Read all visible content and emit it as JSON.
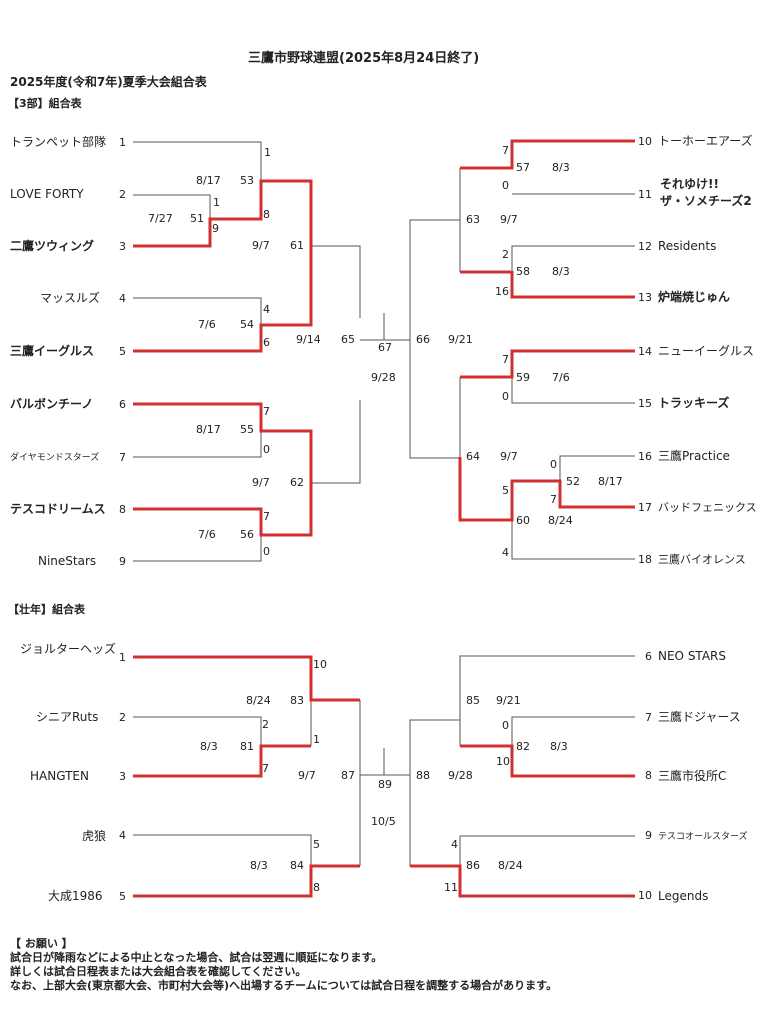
{
  "header": {
    "title": "三鷹市野球連盟(2025年8月24日終了)",
    "subtitle": "2025年度(令和7年)夏季大会組合表"
  },
  "div3": {
    "heading": "【3部】組合表",
    "teams": {
      "t1": "トランペット部隊",
      "t2": "LOVE FORTY",
      "t3": "二鷹ツウィング",
      "t4": "マッスルズ",
      "t5": "三鷹イーグルス",
      "t6": "バルボンチーノ",
      "t7": "ダイヤモンドスターズ",
      "t8": "テスコドリームス",
      "t9": "NineStars",
      "t10": "トーホーエアーズ",
      "t11a": "それゆけ!!",
      "t11b": "ザ・ソメチーズ2",
      "t12": "Residents",
      "t13": "炉端焼じゅん",
      "t14": "ニューイーグルス",
      "t15": "トラッキーズ",
      "t16": "三鷹Practice",
      "t17": "バッドフェニックス",
      "t18": "三鷹バイオレンス"
    },
    "seeds": {
      "n1": "1",
      "n2": "2",
      "n3": "3",
      "n4": "4",
      "n5": "5",
      "n6": "6",
      "n7": "7",
      "n8": "8",
      "n9": "9",
      "n10": "10",
      "n11": "11",
      "n12": "12",
      "n13": "13",
      "n14": "14",
      "n15": "15",
      "n16": "16",
      "n17": "17",
      "n18": "18"
    },
    "games": {
      "g51": "51",
      "g53": "53",
      "g54": "54",
      "g55": "55",
      "g56": "56",
      "g61": "61",
      "g62": "62",
      "g65": "65",
      "g67": "67",
      "g57": "57",
      "g58": "58",
      "g59": "59",
      "g60": "60",
      "g52": "52",
      "g63": "63",
      "g64": "64",
      "g66": "66"
    },
    "dates": {
      "d51": "7/27",
      "d53": "8/17",
      "d54": "7/6",
      "d55": "8/17",
      "d56": "7/6",
      "d61": "9/7",
      "d62": "9/7",
      "d65": "9/14",
      "d67": "9/28",
      "d57": "8/3",
      "d58": "8/3",
      "d59": "7/6",
      "d52": "8/17",
      "d60": "8/24",
      "d63": "9/7",
      "d64": "9/7",
      "d66": "9/21"
    },
    "scores": {
      "s53a": "1",
      "s51a": "1",
      "s51b": "9",
      "s53b": "8",
      "s54a": "4",
      "s54b": "6",
      "s55a": "7",
      "s55b": "0",
      "s56a": "7",
      "s56b": "0",
      "s57a": "7",
      "s57b": "0",
      "s58a": "2",
      "s58b": "16",
      "s59a": "7",
      "s59b": "0",
      "s52a": "0",
      "s52b": "7",
      "s60a": "5",
      "s60b": "4"
    }
  },
  "senior": {
    "heading": "【壮年】組合表",
    "teams": {
      "t1": "ジョルターヘッズ",
      "t2": "シニアRuts",
      "t3": "HANGTEN",
      "t4": "虎狼",
      "t5": "大成1986",
      "t6": "NEO STARS",
      "t7": "三鷹ドジャース",
      "t8": "三鷹市役所C",
      "t9": "テスコオールスターズ",
      "t10": "Legends"
    },
    "seeds": {
      "n1": "1",
      "n2": "2",
      "n3": "3",
      "n4": "4",
      "n5": "5",
      "n6": "6",
      "n7": "7",
      "n8": "8",
      "n9": "9",
      "n10": "10"
    },
    "games": {
      "g81": "81",
      "g83": "83",
      "g84": "84",
      "g87": "87",
      "g89": "89",
      "g82": "82",
      "g85": "85",
      "g86": "86",
      "g88": "88"
    },
    "dates": {
      "d81": "8/3",
      "d83": "8/24",
      "d84": "8/3",
      "d87": "9/7",
      "d89": "10/5",
      "d82": "8/3",
      "d85": "9/21",
      "d86": "8/24",
      "d88": "9/28"
    },
    "scores": {
      "s83a": "10",
      "s81a": "2",
      "s81b": "7",
      "s83b": "1",
      "s84a": "5",
      "s84b": "8",
      "s82a": "0",
      "s82b": "10",
      "s86a": "4",
      "s86b": "11"
    }
  },
  "notes": {
    "head": "【 お願い 】",
    "line1": "試合日が降雨などによる中止となった場合、試合は翌週に順延になります。",
    "line2": "詳しくは試合日程表または大会組合表を確認してください。",
    "line3": "なお、上部大会(東京都大会、市町村大会等)へ出場するチームについては試合日程を調整する場合があります。"
  },
  "colors": {
    "line": "#555555",
    "winner": "#d03030"
  }
}
